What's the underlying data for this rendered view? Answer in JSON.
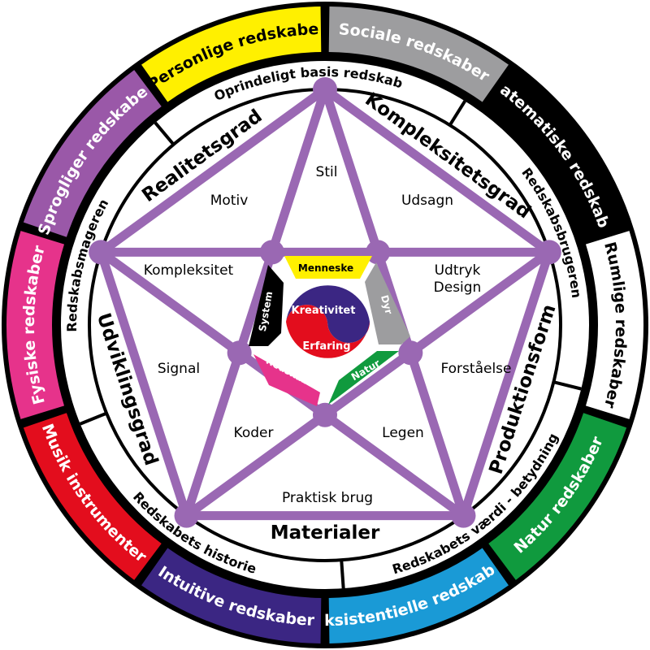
{
  "outer_ring": [
    {
      "label": "Sociale redskaber",
      "color": "#9d9d9f",
      "text_color": "#ffffff"
    },
    {
      "label": "Matematiske redskaber",
      "color": "#000000",
      "text_color": "#ffffff"
    },
    {
      "label": "Rumlige redskaber",
      "color": "#ffffff",
      "text_color": "#000000"
    },
    {
      "label": "Natur redskaber",
      "color": "#109a3e",
      "text_color": "#ffffff"
    },
    {
      "label": "Eksistentielle redskaber",
      "color": "#1a9ad6",
      "text_color": "#ffffff"
    },
    {
      "label": "Intuitive redskaber",
      "color": "#3b2683",
      "text_color": "#ffffff"
    },
    {
      "label": "Musik instrumenter",
      "color": "#e30d1d",
      "text_color": "#ffffff"
    },
    {
      "label": "Fysiske redskaber",
      "color": "#e6338b",
      "text_color": "#ffffff"
    },
    {
      "label": "Sprogliger redskaber",
      "color": "#9a58a8",
      "text_color": "#ffffff"
    },
    {
      "label": "Personlige redskaber",
      "color": "#fff000",
      "text_color": "#000000"
    }
  ],
  "middle_ring": [
    "Oprindeligt basis redskab",
    "Redskabsbrugeren",
    "Redskabets værdi - betydning",
    "Redskabets historie",
    "Redskabsmageren"
  ],
  "edges": [
    "Kompleksitetsgrad",
    "Produktionsform",
    "Materialer",
    "Udviklingsgrad",
    "Realitetsgrad"
  ],
  "regions": {
    "top": "Stil",
    "upper_left": "Motiv",
    "upper_right": "Udsagn",
    "left_arm": "Kompleksitet",
    "right_arm_1": "Udtryk",
    "right_arm_2": "Design",
    "left_lower": "Signal",
    "right_lower": "Forståelse",
    "bottom_left": "Koder",
    "bottom_right": "Legen",
    "bottom": "Praktisk brug"
  },
  "core": {
    "top": "Menneske",
    "right": "Dyr",
    "bottom_right": "Natur",
    "bottom_left": "Redskab",
    "left": "System",
    "colors": {
      "Menneske": "#fff000",
      "Dyr": "#9d9d9f",
      "Natur": "#109a3e",
      "Redskab": "#e6338b",
      "System": "#000000"
    }
  },
  "center": {
    "top": "Kreativitet",
    "bottom": "Erfaring",
    "top_color": "#3b2683",
    "bottom_color": "#e30d1d"
  },
  "pentagram_color": "#9a68b3"
}
